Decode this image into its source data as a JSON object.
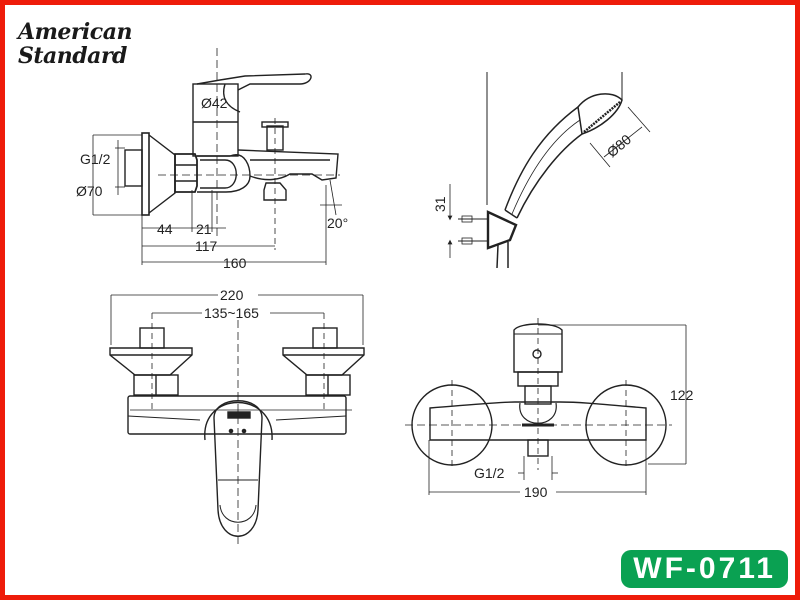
{
  "brand": {
    "line1": "American",
    "line2": "Standard"
  },
  "model": {
    "code": "WF-0711",
    "badge_color": "#0aa152"
  },
  "frame": {
    "border_color": "#ee1c0a"
  },
  "views": {
    "side": {
      "labels": {
        "handle_diameter": "Ø42",
        "thread": "G1/2",
        "flange_diameter": "Ø70",
        "dim_44": "44",
        "dim_21": "21",
        "dim_117": "117",
        "dim_160": "160",
        "spout_angle": "20°"
      }
    },
    "hand_shower": {
      "labels": {
        "head_diameter": "Ø80",
        "holder_spacing": "31"
      }
    },
    "front": {
      "labels": {
        "overall_width": "220",
        "centers_range": "135~165"
      }
    },
    "top": {
      "labels": {
        "height": "122",
        "thread": "G1/2",
        "width": "190"
      }
    }
  }
}
